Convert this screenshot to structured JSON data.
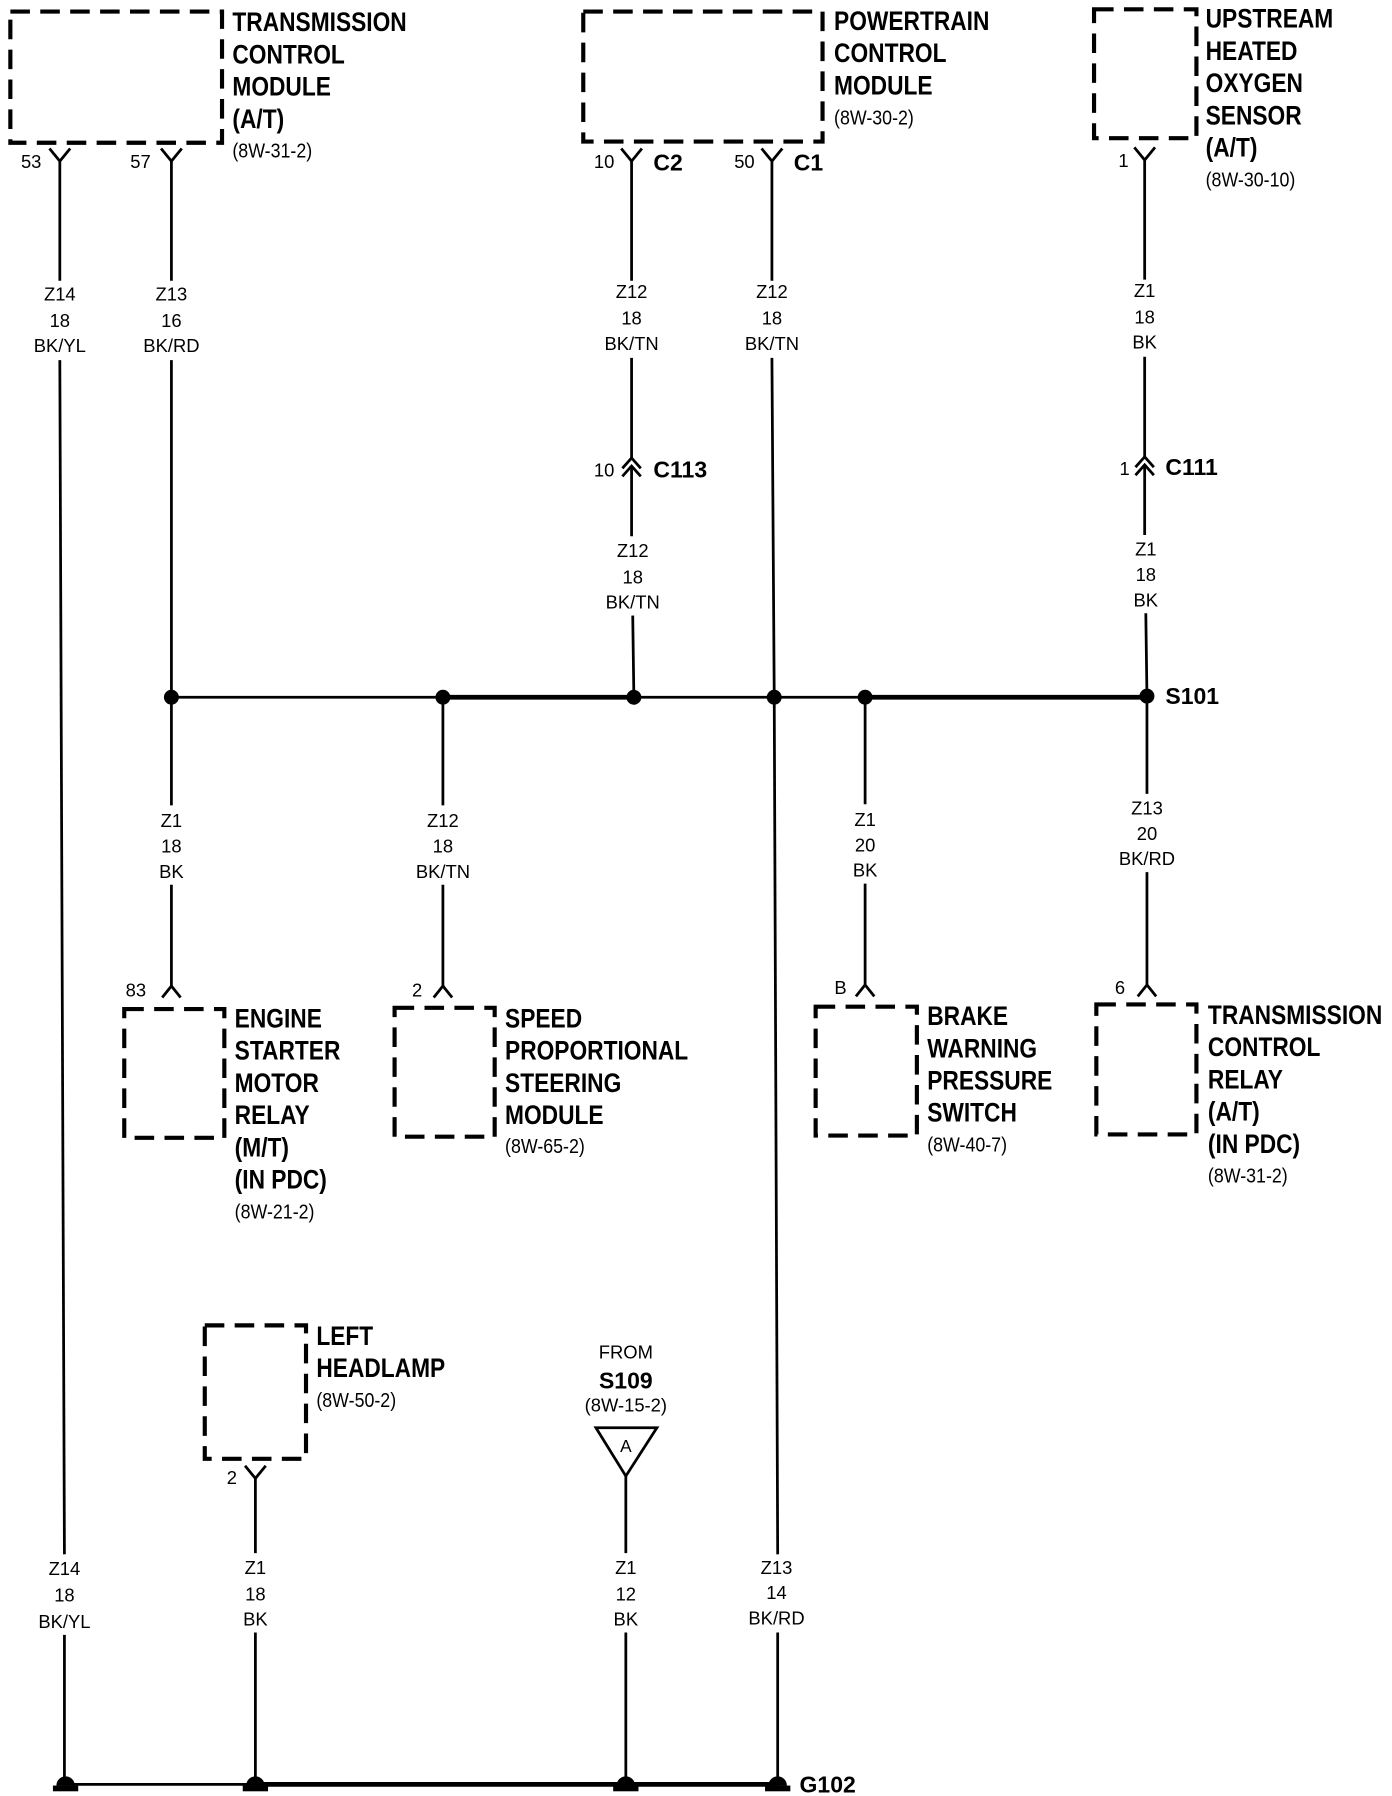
{
  "modules": {
    "transmission_control_module": {
      "name": [
        "TRANSMISSION",
        "CONTROL",
        "MODULE",
        "(A/T)"
      ],
      "ref": "(8W-31-2)",
      "pins": [
        "53",
        "57"
      ]
    },
    "powertrain_control_module": {
      "name": [
        "POWERTRAIN",
        "CONTROL",
        "MODULE"
      ],
      "ref": "(8W-30-2)",
      "pins": [
        "10",
        "50"
      ],
      "connectors": [
        "C2",
        "C1"
      ]
    },
    "upstream_oxygen_sensor": {
      "name": [
        "UPSTREAM",
        "HEATED",
        "OXYGEN",
        "SENSOR",
        "(A/T)"
      ],
      "ref": "(8W-30-10)",
      "pins": [
        "1"
      ]
    },
    "engine_starter_motor_relay": {
      "name": [
        "ENGINE",
        "STARTER",
        "MOTOR",
        "RELAY",
        "(M/T)",
        "(IN PDC)"
      ],
      "ref": "(8W-21-2)",
      "pins": [
        "83"
      ]
    },
    "speed_proportional_steering_module": {
      "name": [
        "SPEED",
        "PROPORTIONAL",
        "STEERING",
        "MODULE"
      ],
      "ref": "(8W-65-2)",
      "pins": [
        "2"
      ]
    },
    "brake_warning_pressure_switch": {
      "name": [
        "BRAKE",
        "WARNING",
        "PRESSURE",
        "SWITCH"
      ],
      "ref": "(8W-40-7)",
      "pins": [
        "B"
      ]
    },
    "transmission_control_relay": {
      "name": [
        "TRANSMISSION",
        "CONTROL",
        "RELAY",
        "(A/T)",
        "(IN PDC)"
      ],
      "ref": "(8W-31-2)",
      "pins": [
        "6"
      ]
    },
    "left_headlamp": {
      "name": [
        "LEFT",
        "HEADLAMP"
      ],
      "ref": "(8W-50-2)",
      "pins": [
        "2"
      ]
    }
  },
  "inline_connectors": {
    "c113": {
      "name": "C113",
      "pin": "10"
    },
    "c111": {
      "name": "C111",
      "pin": "1"
    }
  },
  "splice": {
    "name": "S101"
  },
  "ground": {
    "name": "G102"
  },
  "from_splice": {
    "label": "FROM",
    "splice": "S109",
    "ref": "(8W-15-2)",
    "flag": "A"
  },
  "wires": {
    "tcm_53_upper": {
      "circuit": "Z14",
      "gauge": "18",
      "color": "BK/YL"
    },
    "tcm_57": {
      "circuit": "Z13",
      "gauge": "16",
      "color": "BK/RD"
    },
    "pcm_c2_10": {
      "circuit": "Z12",
      "gauge": "18",
      "color": "BK/TN"
    },
    "pcm_c1_50": {
      "circuit": "Z12",
      "gauge": "18",
      "color": "BK/TN"
    },
    "o2_sensor": {
      "circuit": "Z1",
      "gauge": "18",
      "color": "BK"
    },
    "c113_lower": {
      "circuit": "Z12",
      "gauge": "18",
      "color": "BK/TN"
    },
    "c111_lower": {
      "circuit": "Z1",
      "gauge": "18",
      "color": "BK"
    },
    "starter_relay": {
      "circuit": "Z1",
      "gauge": "18",
      "color": "BK"
    },
    "steering": {
      "circuit": "Z12",
      "gauge": "18",
      "color": "BK/TN"
    },
    "brake_switch": {
      "circuit": "Z1",
      "gauge": "20",
      "color": "BK"
    },
    "trans_relay": {
      "circuit": "Z13",
      "gauge": "20",
      "color": "BK/RD"
    },
    "z14_lower": {
      "circuit": "Z14",
      "gauge": "18",
      "color": "BK/YL"
    },
    "headlamp": {
      "circuit": "Z1",
      "gauge": "18",
      "color": "BK"
    },
    "s109": {
      "circuit": "Z1",
      "gauge": "12",
      "color": "BK"
    },
    "z13_lower": {
      "circuit": "Z13",
      "gauge": "14",
      "color": "BK/RD"
    }
  }
}
